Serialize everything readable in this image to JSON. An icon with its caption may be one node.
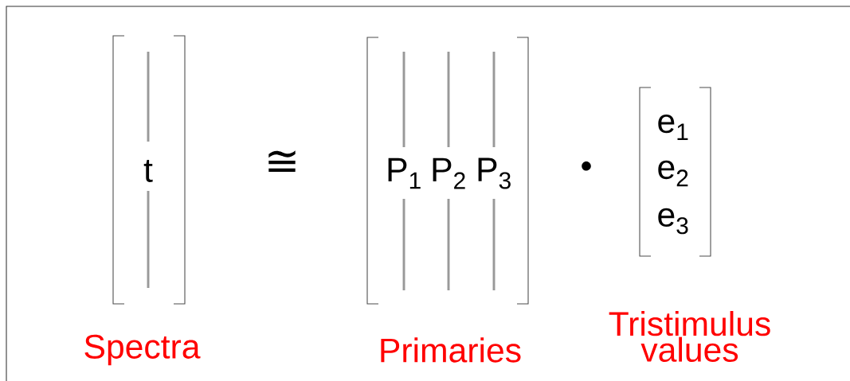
{
  "diagram": {
    "labels": [
      "t",
      "≅",
      "P$_{1}$",
      "P$_{2}$",
      "P$_{3}$",
      "•",
      "e$_{1}$",
      "e$_{2}$",
      "e$_{3}$",
      "Spectra",
      "Primaries",
      "Tristimulus values"
    ]
  }
}
